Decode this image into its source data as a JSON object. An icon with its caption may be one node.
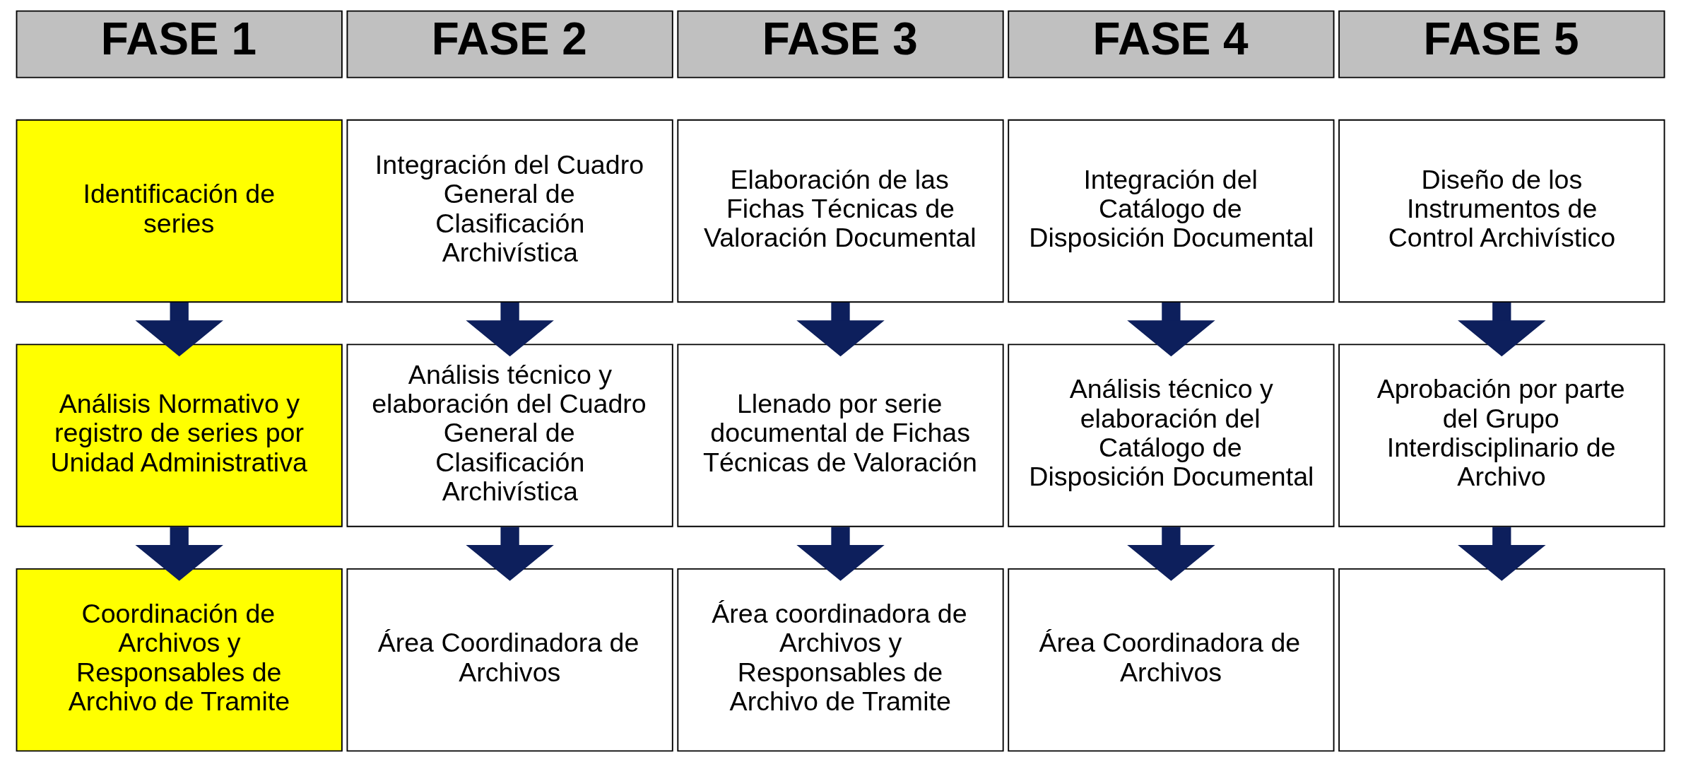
{
  "diagram": {
    "nodes": [
      {
        "text": [
          "FASE 1"
        ]
      },
      {
        "text": [
          "FASE 2"
        ]
      },
      {
        "text": [
          "FASE 3"
        ]
      },
      {
        "text": [
          "FASE 4"
        ]
      },
      {
        "text": [
          "FASE 5"
        ]
      },
      {
        "text": [
          "Identificación de series"
        ]
      },
      {
        "text": [
          "Integración del Cuadro General de Clasificación Archivística"
        ]
      },
      {
        "text": [
          "Elaboración de las Fichas Técnicas de Valoración Documental"
        ]
      },
      {
        "text": [
          "Integración del Catálogo de Disposición Documental"
        ]
      },
      {
        "text": [
          "Diseño de los Instrumentos de Control Archivístico"
        ]
      },
      {
        "text": [
          "Análisis Normativo y registro de series por Unidad Administrativa"
        ]
      },
      {
        "text": [
          "Análisis técnico y elaboración del Cuadro General de Clasificación Archivística"
        ]
      },
      {
        "text": [
          "Llenado por serie documental de Fichas Técnicas de Valoración"
        ]
      },
      {
        "text": [
          "Análisis técnico y elaboración del Catálogo de Disposición Documental"
        ]
      },
      {
        "text": [
          "Aprobación por parte del Grupo Interdisciplinario de Archivo"
        ]
      },
      {
        "text": [
          "Coordinación de Archivos y Responsables de Archivo de Tramite"
        ]
      },
      {
        "text": [
          "Área Coordinadora de Archivos"
        ]
      },
      {
        "text": [
          "Área coordinadora de Archivos y Responsables de Archivo de Tramite"
        ]
      },
      {
        "text": [
          "Área Coordinadora de Archivos"
        ]
      },
      {
        "text": [],
        "shape": "box"
      }
    ],
    "edges": [
      {
        "from": 5,
        "to": 10,
        "arrow": "to"
      },
      {
        "from": 6,
        "to": 11,
        "arrow": "to"
      },
      {
        "from": 7,
        "to": 12,
        "arrow": "to"
      },
      {
        "from": 8,
        "to": 13,
        "arrow": "to"
      },
      {
        "from": 9,
        "to": 14,
        "arrow": "to"
      },
      {
        "from": 10,
        "to": 15,
        "arrow": "to"
      },
      {
        "from": 11,
        "to": 16,
        "arrow": "to"
      },
      {
        "from": 12,
        "to": 17,
        "arrow": "to"
      },
      {
        "from": 13,
        "to": 18,
        "arrow": "to"
      },
      {
        "from": 14,
        "to": 19,
        "arrow": "to"
      }
    ]
  }
}
